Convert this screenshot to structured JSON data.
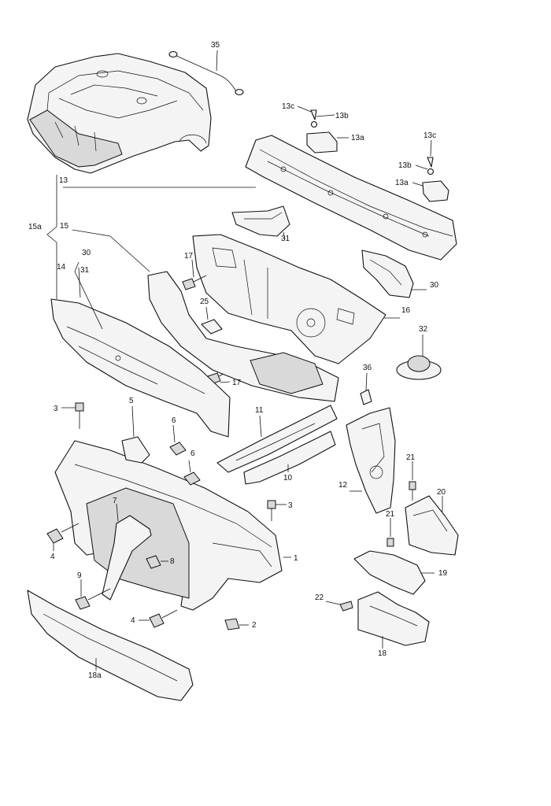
{
  "colors": {
    "line": "#111111",
    "fill": "#f4f4f4",
    "shade": "#d9d9d9",
    "background": "#ffffff"
  },
  "callouts": {
    "c35": "35",
    "c13c_a": "13c",
    "c13b_a": "13b",
    "c13a_a": "13a",
    "c13c_b": "13c",
    "c13b_b": "13b",
    "c13a_b": "13a",
    "c13": "13",
    "c15a": "15a",
    "c15": "15",
    "c14": "14",
    "c30a": "30",
    "c31a": "31",
    "c31b": "31",
    "c17a": "17",
    "c30b": "30",
    "c25": "25",
    "c16": "16",
    "c32": "32",
    "c17b": "17",
    "c36": "36",
    "c3a": "3",
    "c5": "5",
    "c11": "11",
    "c6a": "6",
    "c6b": "6",
    "c10": "10",
    "c12": "12",
    "c21a": "21",
    "c20": "20",
    "c7": "7",
    "c3b": "3",
    "c21b": "21",
    "c4a": "4",
    "c8": "8",
    "c1": "1",
    "c19": "19",
    "c9": "9",
    "c22": "22",
    "c4b": "4",
    "c2": "2",
    "c18": "18",
    "c18a": "18a"
  }
}
